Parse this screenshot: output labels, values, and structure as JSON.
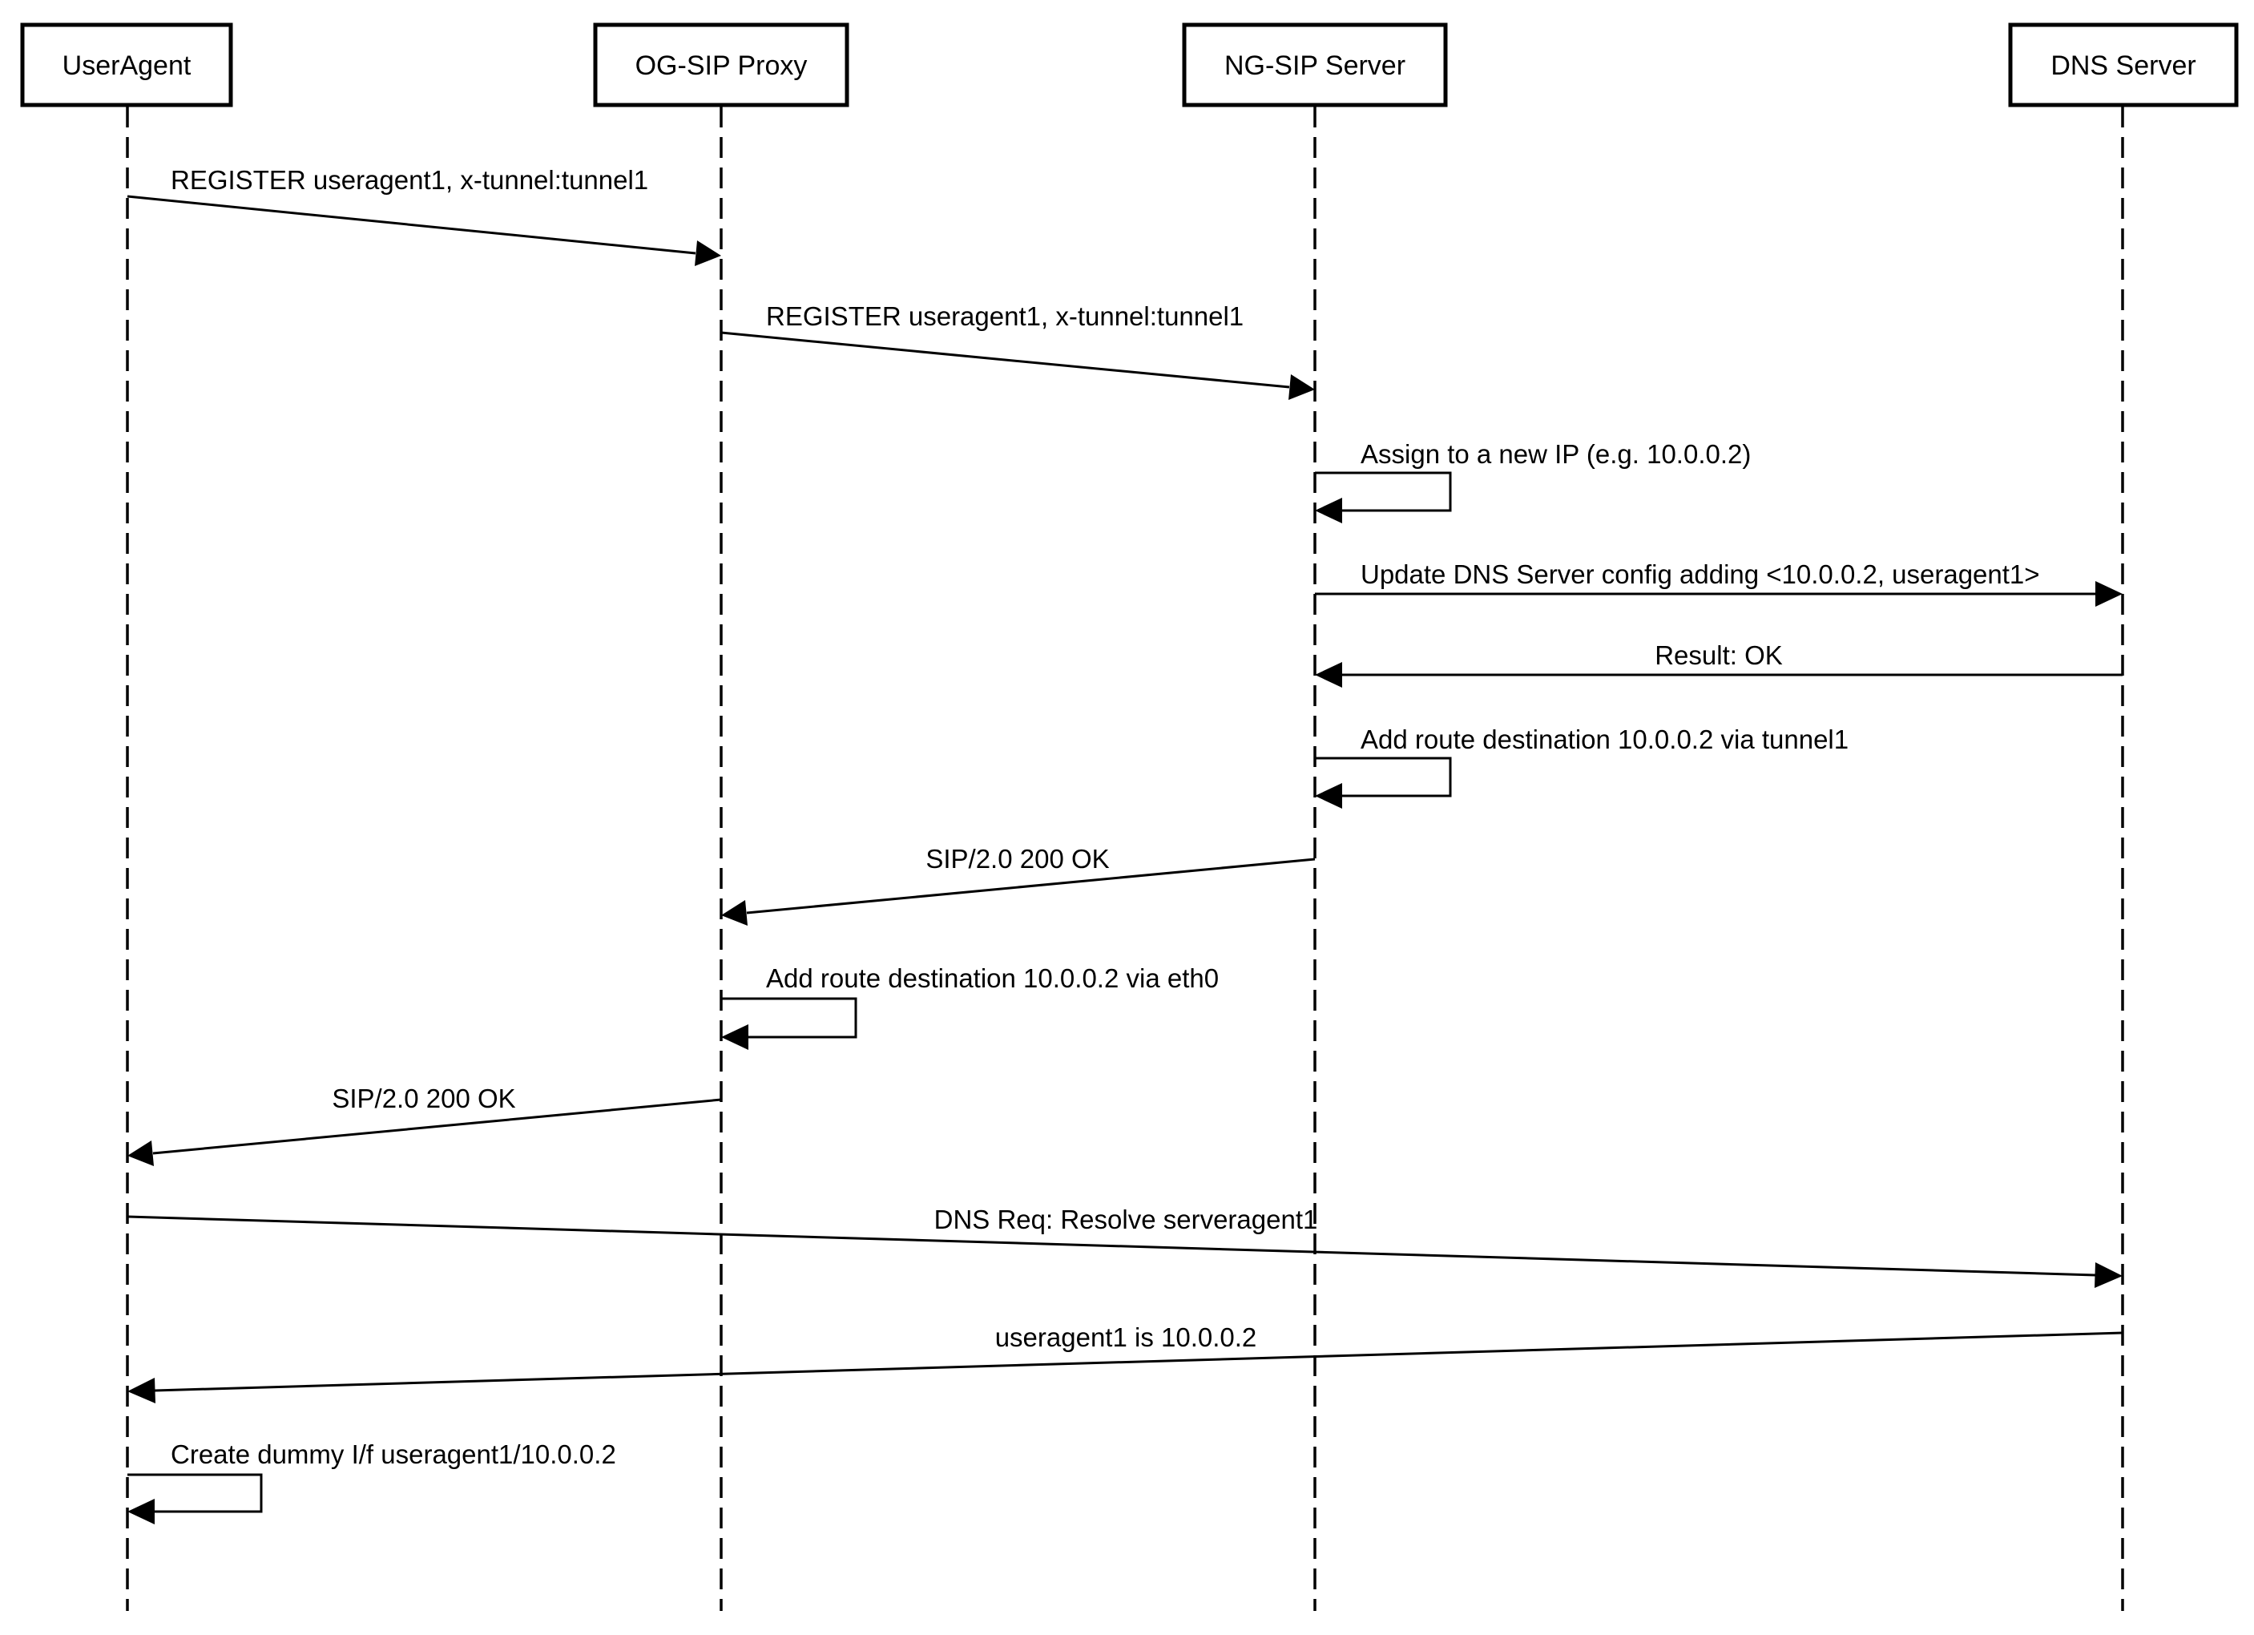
{
  "actors": [
    {
      "id": "ua",
      "label": "UserAgent"
    },
    {
      "id": "og",
      "label": "OG-SIP Proxy"
    },
    {
      "id": "ng",
      "label": "NG-SIP Server"
    },
    {
      "id": "dns",
      "label": "DNS Server"
    }
  ],
  "messages": [
    {
      "from": "ua",
      "to": "og",
      "label": "REGISTER useragent1, x-tunnel:tunnel1"
    },
    {
      "from": "og",
      "to": "ng",
      "label": "REGISTER useragent1, x-tunnel:tunnel1"
    },
    {
      "from": "ng",
      "to": "ng",
      "label": "Assign to a new IP (e.g. 10.0.0.2)"
    },
    {
      "from": "ng",
      "to": "dns",
      "label": "Update DNS Server config adding <10.0.0.2, useragent1>"
    },
    {
      "from": "dns",
      "to": "ng",
      "label": "Result: OK"
    },
    {
      "from": "ng",
      "to": "ng",
      "label": "Add route destination 10.0.0.2 via tunnel1"
    },
    {
      "from": "ng",
      "to": "og",
      "label": "SIP/2.0 200 OK"
    },
    {
      "from": "og",
      "to": "og",
      "label": "Add route destination 10.0.0.2 via eth0"
    },
    {
      "from": "og",
      "to": "ua",
      "label": "SIP/2.0 200 OK"
    },
    {
      "from": "ua",
      "to": "dns",
      "label": "DNS Req: Resolve serveragent1"
    },
    {
      "from": "dns",
      "to": "ua",
      "label": "useragent1 is 10.0.0.2"
    },
    {
      "from": "ua",
      "to": "ua",
      "label": "Create dummy I/f useragent1/10.0.0.2"
    }
  ]
}
